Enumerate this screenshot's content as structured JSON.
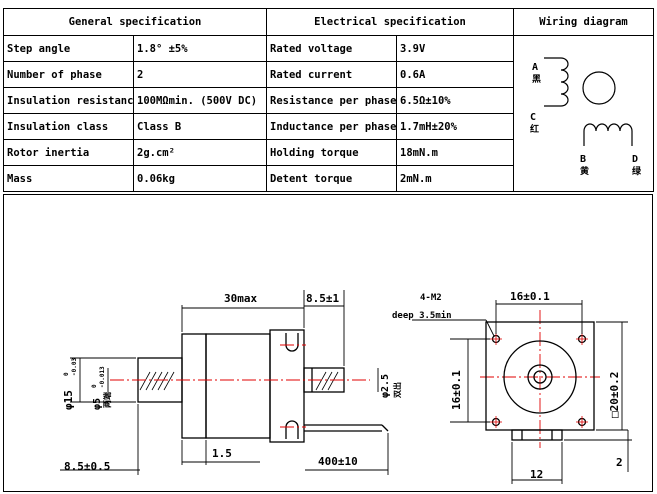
{
  "headers": {
    "general": "General specification",
    "electrical": "Electrical specification",
    "wiring": "Wiring diagram"
  },
  "general_rows": [
    {
      "label": "Step angle",
      "value": "1.8° ±5%"
    },
    {
      "label": "Number of phase",
      "value": "2"
    },
    {
      "label": "Insulation resistance",
      "value": "100MΩmin. (500V DC)"
    },
    {
      "label": "Insulation class",
      "value": "Class B"
    },
    {
      "label": "Rotor inertia",
      "value": "2g.cm²"
    },
    {
      "label": "Mass",
      "value": "0.06kg"
    }
  ],
  "electrical_rows": [
    {
      "label": "Rated voltage",
      "value": "3.9V"
    },
    {
      "label": "Rated current",
      "value": "0.6A"
    },
    {
      "label": "Resistance per phase",
      "value": "6.5Ω±10%"
    },
    {
      "label": "Inductance per phase",
      "value": "1.7mH±20%"
    },
    {
      "label": "Holding torque",
      "value": "18mN.m"
    },
    {
      "label": "Detent torque",
      "value": "2mN.m"
    }
  ],
  "wiring": {
    "a_letter": "A",
    "a_color": "黑",
    "c_letter": "C",
    "c_color": "红",
    "b_letter": "B",
    "b_color": "黄",
    "d_letter": "D",
    "d_color": "绿"
  },
  "dimensions": {
    "body_length": "30max",
    "shaft_length": "8.5±1",
    "left_bottom": "8.5±0.5",
    "step": "1.5",
    "lead_length": "400±10",
    "hole_spec": "4-M2",
    "hole_depth": "deep 3.5min",
    "hole_pitch_h": "16±0.1",
    "hole_pitch_v": "16±0.1",
    "body_square": "□20±0.2",
    "connector_width": "12",
    "connector_depth": "2",
    "boss_dia": "φ15",
    "boss_tol_upper": "0",
    "boss_tol_lower": "-0.03",
    "shaft_dia": "φ5",
    "shaft_tol_upper": "0",
    "shaft_tol_lower": "-0.013",
    "shaft_note": "两端",
    "rear_dia": "φ2.5",
    "rear_note": "双出"
  },
  "colors": {
    "line": "#000000",
    "centerline": "#e00000"
  }
}
